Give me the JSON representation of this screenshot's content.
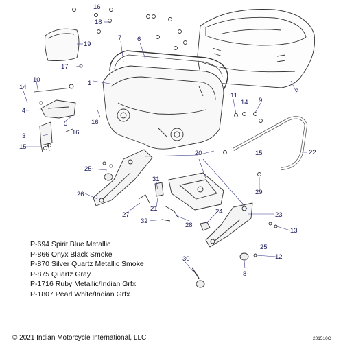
{
  "callouts": [
    "1",
    "2",
    "3",
    "4",
    "5",
    "6",
    "7",
    "8",
    "9",
    "10",
    "11",
    "12",
    "13",
    "14",
    "15",
    "16",
    "17",
    "18",
    "19",
    "20",
    "21",
    "22",
    "23",
    "24",
    "25",
    "26",
    "27",
    "28",
    "29",
    "30",
    "31",
    "32"
  ],
  "color_options": [
    "P-694 Spirit Blue Metallic",
    "P-866 Onyx Black Smoke",
    "P-870 Silver Quartz Metallic Smoke",
    "P-875 Quartz Gray",
    "P-1716 Ruby Metallic/Indian Grfx",
    "P-1807 Pearl White/Indian Grfx"
  ],
  "copyright": "© 2021 Indian Motorcycle International, LLC",
  "drawing_id": "201510C",
  "colors": {
    "line": "#333333",
    "callout_text": "#1a1a5a",
    "leader": "#3a3a8a",
    "background": "#ffffff"
  }
}
